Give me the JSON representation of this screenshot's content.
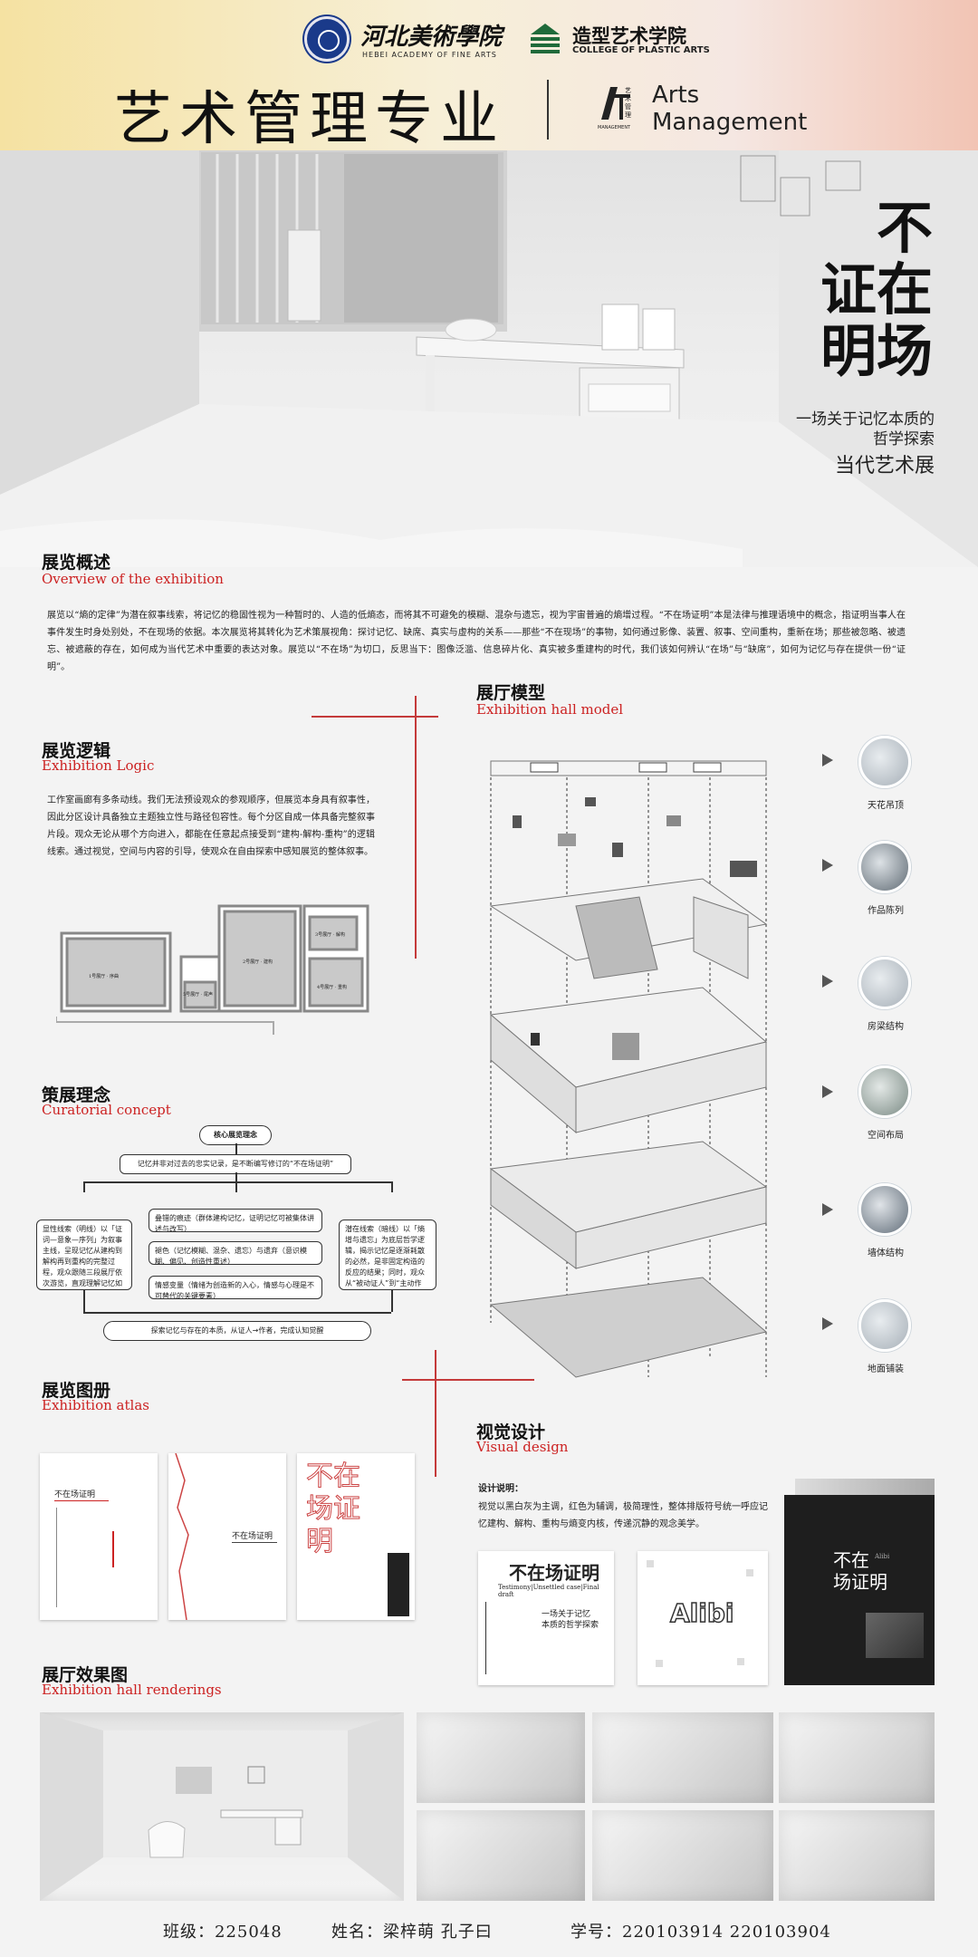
{
  "header": {
    "school_name": "河北美術學院",
    "school_en": "HEBEI ACADEMY OF FINE ARTS",
    "college_name": "造型艺术学院",
    "college_en": "COLLEGE OF PLASTIC ARTS",
    "major_title": "艺术管理专业",
    "major_logo_text": "艺术管理",
    "major_logo_en": "MANAGEMENT",
    "major_en_line1": "Arts",
    "major_en_line2": "Management"
  },
  "hero": {
    "title_line1": "不",
    "title_line2": "证在",
    "title_line3": "明场",
    "subtitle_line1": "一场关于记忆本质的",
    "subtitle_line2": "哲学探索",
    "tag": "当代艺术展"
  },
  "overview": {
    "zh": "展览概述",
    "en": "Overview of the exhibition",
    "text": "展览以“熵的定律”为潜在叙事线索，将记忆的稳固性视为一种暂时的、人造的低熵态，而将其不可避免的模糊、混杂与遗忘，视为宇宙普遍的熵增过程。“不在场证明”本是法律与推理语境中的概念，指证明当事人在事件发生时身处别处，不在现场的依据。本次展览将其转化为艺术策展视角：探讨记忆、缺席、真实与虚构的关系——那些“不在现场”的事物，如何通过影像、装置、叙事、空间重构，重新在场；那些被忽略、被遗忘、被遮蔽的存在，如何成为当代艺术中重要的表达对象。展览以“不在场”为切口，反思当下：图像泛滥、信息碎片化、真实被多重建构的时代，我们该如何辨认“在场”与“缺席”，如何为记忆与存在提供一份“证明”。"
  },
  "logic": {
    "zh": "展览逻辑",
    "en": "Exhibition Logic",
    "text": "工作室画廊有多条动线。我们无法预设观众的参观顺序，但展览本身具有叙事性，因此分区设计具备独立主题独立性与路径包容性。每个分区自成一体具备完整叙事片段。观众无论从哪个方向进入，都能在任意起点接受到“建构-解构-重构”的逻辑线索。通过视觉，空间与内容的引导，使观众在自由探索中感知展览的整体叙事。",
    "rooms": [
      "1号展厅 · 序曲",
      "2号展厅 · 建构",
      "3号展厅 · 解构",
      "4号展厅 · 重构",
      "5号展厅 · 尾声"
    ]
  },
  "hall_model": {
    "zh": "展厅模型",
    "en": "Exhibition hall model",
    "items": [
      {
        "label": "天花吊顶"
      },
      {
        "label": "作品陈列"
      },
      {
        "label": "房梁结构"
      },
      {
        "label": "空间布局"
      },
      {
        "label": "墙体结构"
      },
      {
        "label": "地面铺装"
      }
    ]
  },
  "curatorial": {
    "zh": "策展理念",
    "en": "Curatorial concept",
    "core": "核心展览理念",
    "step1": "记忆并非对过去的忠实记录，是不断编写修订的“不在场证明”",
    "left": "显性线索（明线）以「证词—意象—序列」为叙事主线，呈现记忆从建构到解构再到重构的完整过程，观众跟随三段展厅依次游览，直观理解记忆如何从“客观证据”走向“主观重构”。",
    "center1": "叠错的痕迹（群体建构记忆，证明记忆可被集体讲述与改写）",
    "center2": "褪色（记忆模糊、混杂、遗忘）与遗弃（意识模糊、偏见、创造性重述）",
    "center3": "情感变量（情绪为创造新的入心，情感与心理是不可替代的关键要素）",
    "right": "潜在线索（暗线）以「熵增与遗忘」为底层哲学逻辑，揭示记忆是逐渐耗散的必然，是非固定构造的反应的结果；同时，观众从“被动证人”到“主动作者”的身份转变，构成展览的隐性叙事弧光。",
    "bottom": "探索记忆与存在的本质，从证人→作者，完成认知觉醒"
  },
  "atlas": {
    "zh": "展览图册",
    "en": "Exhibition atlas",
    "page1_title": "不在场证明",
    "page2_title": "不在场证明",
    "page3_title": "不在场证明"
  },
  "visual": {
    "zh": "视觉设计",
    "en": "Visual design",
    "heading": "设计说明：",
    "text": "视觉以黑白灰为主调，红色为辅调，极简理性，整体排版符号统一呼应记忆建构、解构、重构与熵变内核，传递沉静的观念美学。",
    "card1_title": "不在场证明",
    "card1_en": "Testimony|Unsettled case|Final draft",
    "card1_sub1": "一场关于记忆",
    "card1_sub2": "本质的哲学探索",
    "card2_logo": "Alibi",
    "card3_title1": "不在",
    "card3_title2": "场证明",
    "card3_en": "Alibi"
  },
  "renderings": {
    "zh": "展厅效果图",
    "en": "Exhibition hall renderings"
  },
  "footer": {
    "class_label": "班级：225048",
    "name_label": "姓名：梁梓萌  孔子曰",
    "id_label": "学号：220103914  220103904"
  },
  "colors": {
    "accent_red": "#c22222",
    "ink": "#111111"
  }
}
